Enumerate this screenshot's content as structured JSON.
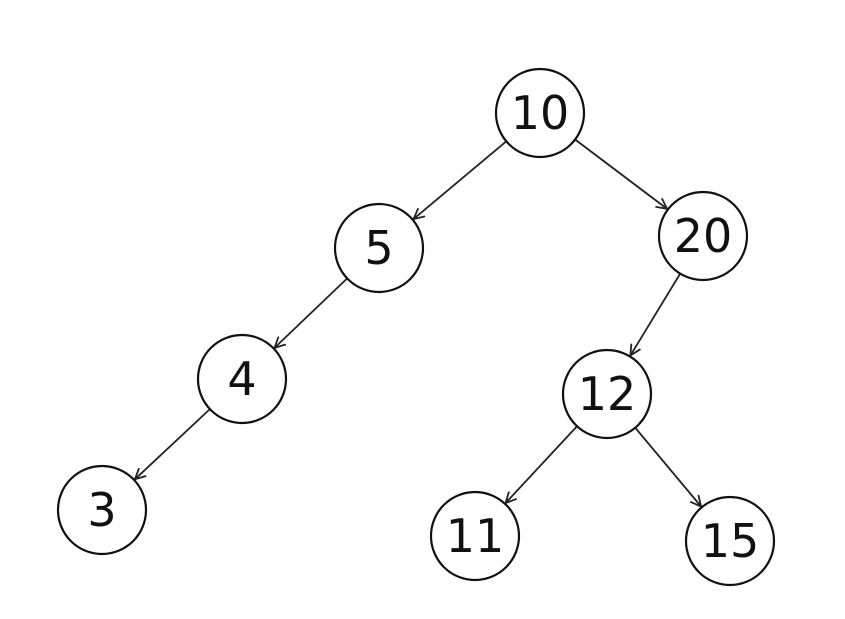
{
  "diagram": {
    "type": "binary-tree",
    "root": "10",
    "nodes": [
      {
        "id": "10",
        "label": "10"
      },
      {
        "id": "5",
        "label": "5"
      },
      {
        "id": "20",
        "label": "20"
      },
      {
        "id": "4",
        "label": "4"
      },
      {
        "id": "12",
        "label": "12"
      },
      {
        "id": "3",
        "label": "3"
      },
      {
        "id": "11",
        "label": "11"
      },
      {
        "id": "15",
        "label": "15"
      }
    ],
    "edges": [
      {
        "from": "10",
        "to": "5"
      },
      {
        "from": "10",
        "to": "20"
      },
      {
        "from": "5",
        "to": "4"
      },
      {
        "from": "4",
        "to": "3"
      },
      {
        "from": "20",
        "to": "12"
      },
      {
        "from": "12",
        "to": "11"
      },
      {
        "from": "12",
        "to": "15"
      }
    ],
    "colors": {
      "node_stroke": "#111111",
      "node_fill": "#ffffff",
      "edge": "#222222",
      "text": "#111111",
      "background": "#ffffff"
    }
  }
}
